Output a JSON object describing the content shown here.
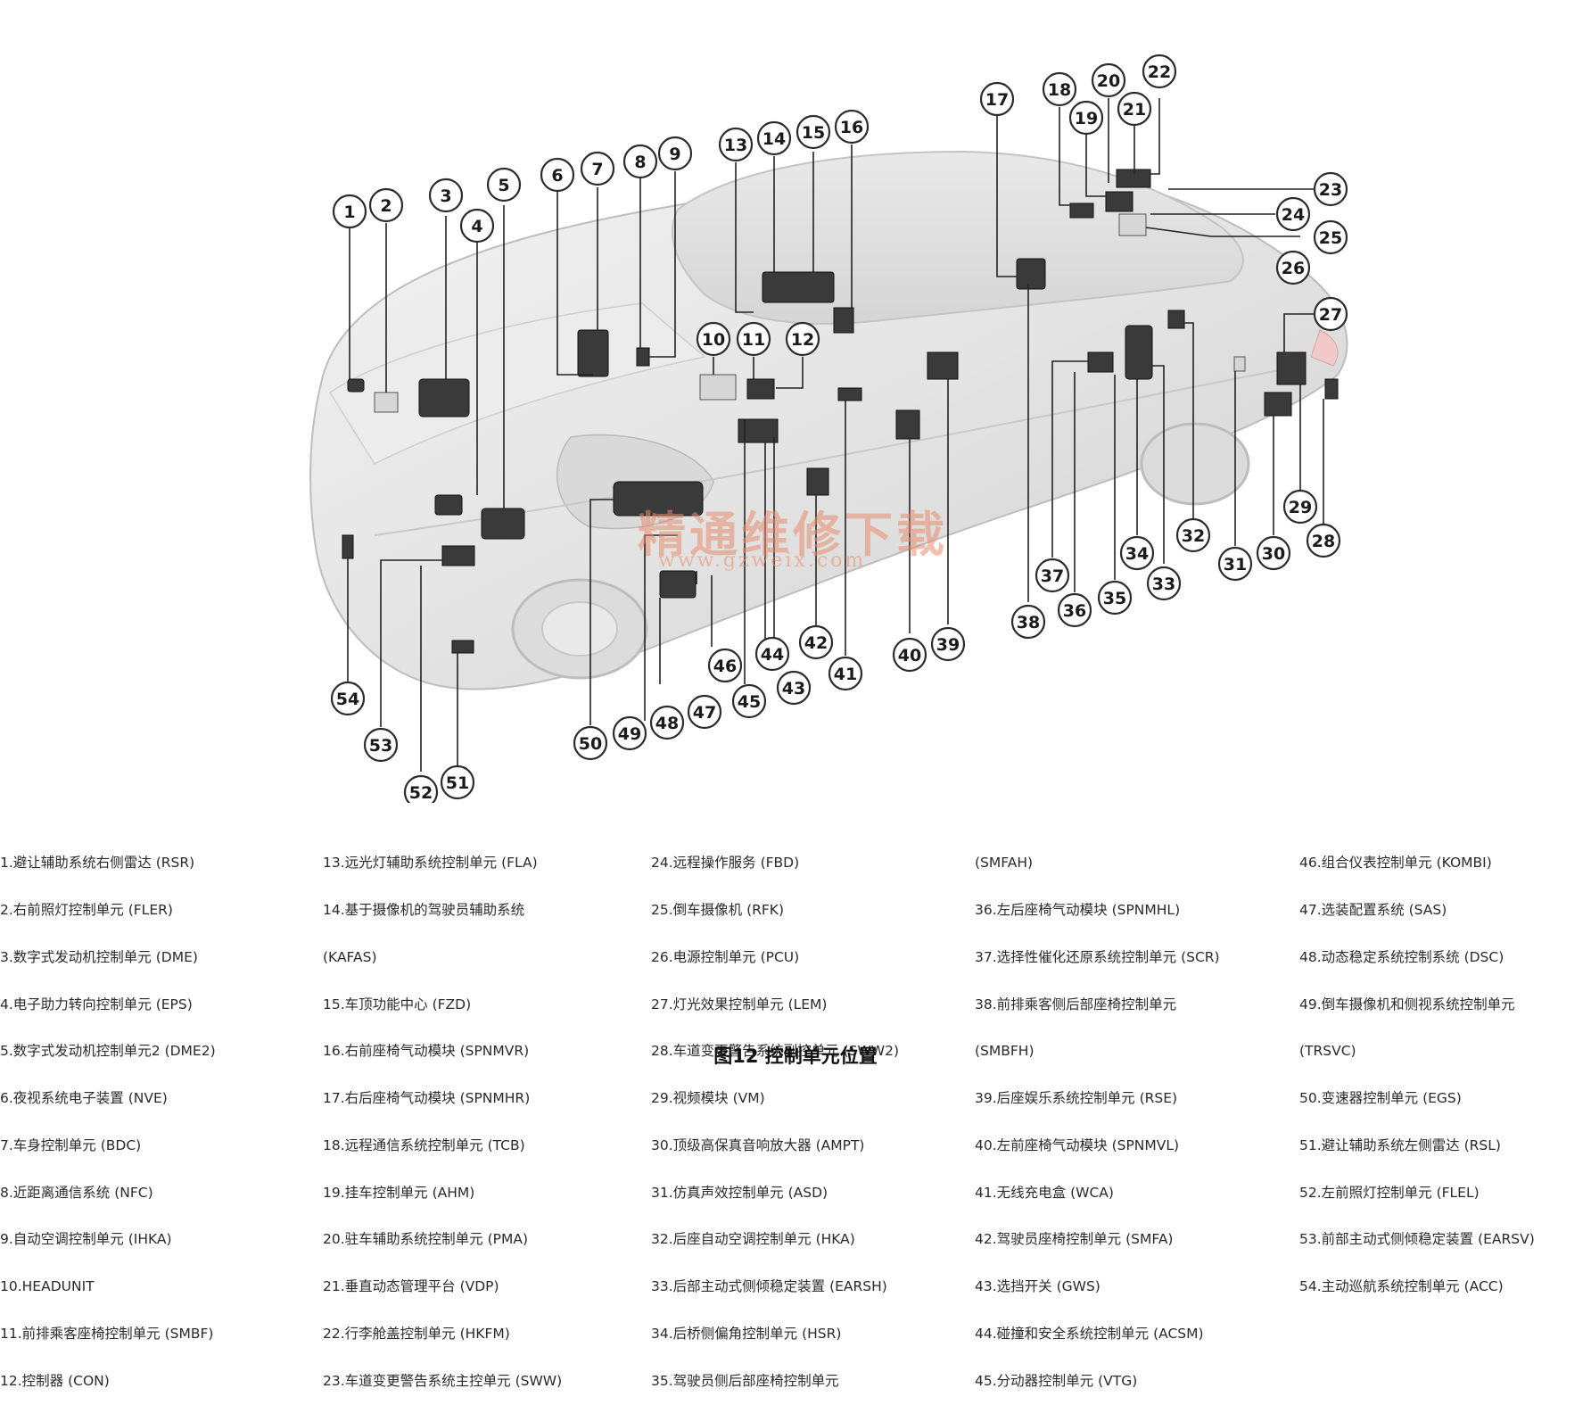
{
  "caption": "图12 控制单元位置",
  "watermark": {
    "title": "精通维修下载",
    "url": "www.gzweix.com"
  },
  "legend": {
    "columns": [
      [
        "1.避让辅助系统右侧雷达 (RSR)",
        "2.右前照灯控制单元 (FLER)",
        "3.数字式发动机控制单元 (DME)",
        "4.电子助力转向控制单元 (EPS)",
        "5.数字式发动机控制单元2 (DME2)",
        "6.夜视系统电子装置 (NVE)",
        "7.车身控制单元 (BDC)",
        "8.近距离通信系统 (NFC)",
        "9.自动空调控制单元 (IHKA)",
        "10.HEADUNIT",
        "11.前排乘客座椅控制单元 (SMBF)",
        "12.控制器 (CON)"
      ],
      [
        "13.远光灯辅助系统控制单元 (FLA)",
        "14.基于摄像机的驾驶员辅助系统",
        "(KAFAS)",
        "15.车顶功能中心 (FZD)",
        "16.右前座椅气动模块 (SPNMVR)",
        "17.右后座椅气动模块 (SPNMHR)",
        "18.远程通信系统控制单元 (TCB)",
        "19.挂车控制单元 (AHM)",
        "20.驻车辅助系统控制单元 (PMA)",
        "21.垂直动态管理平台 (VDP)",
        "22.行李舱盖控制单元 (HKFM)",
        "23.车道变更警告系统主控单元 (SWW)"
      ],
      [
        "24.远程操作服务 (FBD)",
        "25.倒车摄像机 (RFK)",
        "26.电源控制单元 (PCU)",
        "27.灯光效果控制单元 (LEM)",
        "28.车道变更警告系统副控单元 (SWW2)",
        "29.视频模块 (VM)",
        "30.顶级高保真音响放大器 (AMPT)",
        "31.仿真声效控制单元 (ASD)",
        "32.后座自动空调控制单元 (HKA)",
        "33.后部主动式侧倾稳定装置 (EARSH)",
        "34.后桥侧偏角控制单元 (HSR)",
        "35.驾驶员侧后部座椅控制单元"
      ],
      [
        "(SMFAH)",
        "36.左后座椅气动模块 (SPNMHL)",
        "37.选择性催化还原系统控制单元 (SCR)",
        "38.前排乘客侧后部座椅控制单元",
        "(SMBFH)",
        "39.后座娱乐系统控制单元 (RSE)",
        "40.左前座椅气动模块 (SPNMVL)",
        "41.无线充电盒 (WCA)",
        "42.驾驶员座椅控制单元 (SMFA)",
        "43.选挡开关 (GWS)",
        "44.碰撞和安全系统控制单元 (ACSM)",
        "45.分动器控制单元 (VTG)"
      ],
      [
        "46.组合仪表控制单元 (KOMBI)",
        "47.选装配置系统 (SAS)",
        "48.动态稳定系统控制系统 (DSC)",
        "49.倒车摄像机和侧视系统控制单元",
        "(TRSVC)",
        "50.变速器控制单元 (EGS)",
        "51.避让辅助系统左侧雷达 (RSL)",
        "52.左前照灯控制单元 (FLEL)",
        "53.前部主动式侧倾稳定装置 (EARSV)",
        "54.主动巡航系统控制单元 (ACC)"
      ]
    ]
  },
  "callouts": [
    "1",
    "2",
    "3",
    "4",
    "5",
    "6",
    "7",
    "8",
    "9",
    "10",
    "11",
    "12",
    "13",
    "14",
    "15",
    "16",
    "17",
    "18",
    "19",
    "20",
    "21",
    "22",
    "23",
    "24",
    "25",
    "26",
    "27",
    "28",
    "29",
    "30",
    "31",
    "32",
    "33",
    "34",
    "35",
    "36",
    "37",
    "38",
    "39",
    "40",
    "41",
    "42",
    "43",
    "44",
    "45",
    "46",
    "47",
    "48",
    "49",
    "50",
    "51",
    "52",
    "53",
    "54"
  ]
}
